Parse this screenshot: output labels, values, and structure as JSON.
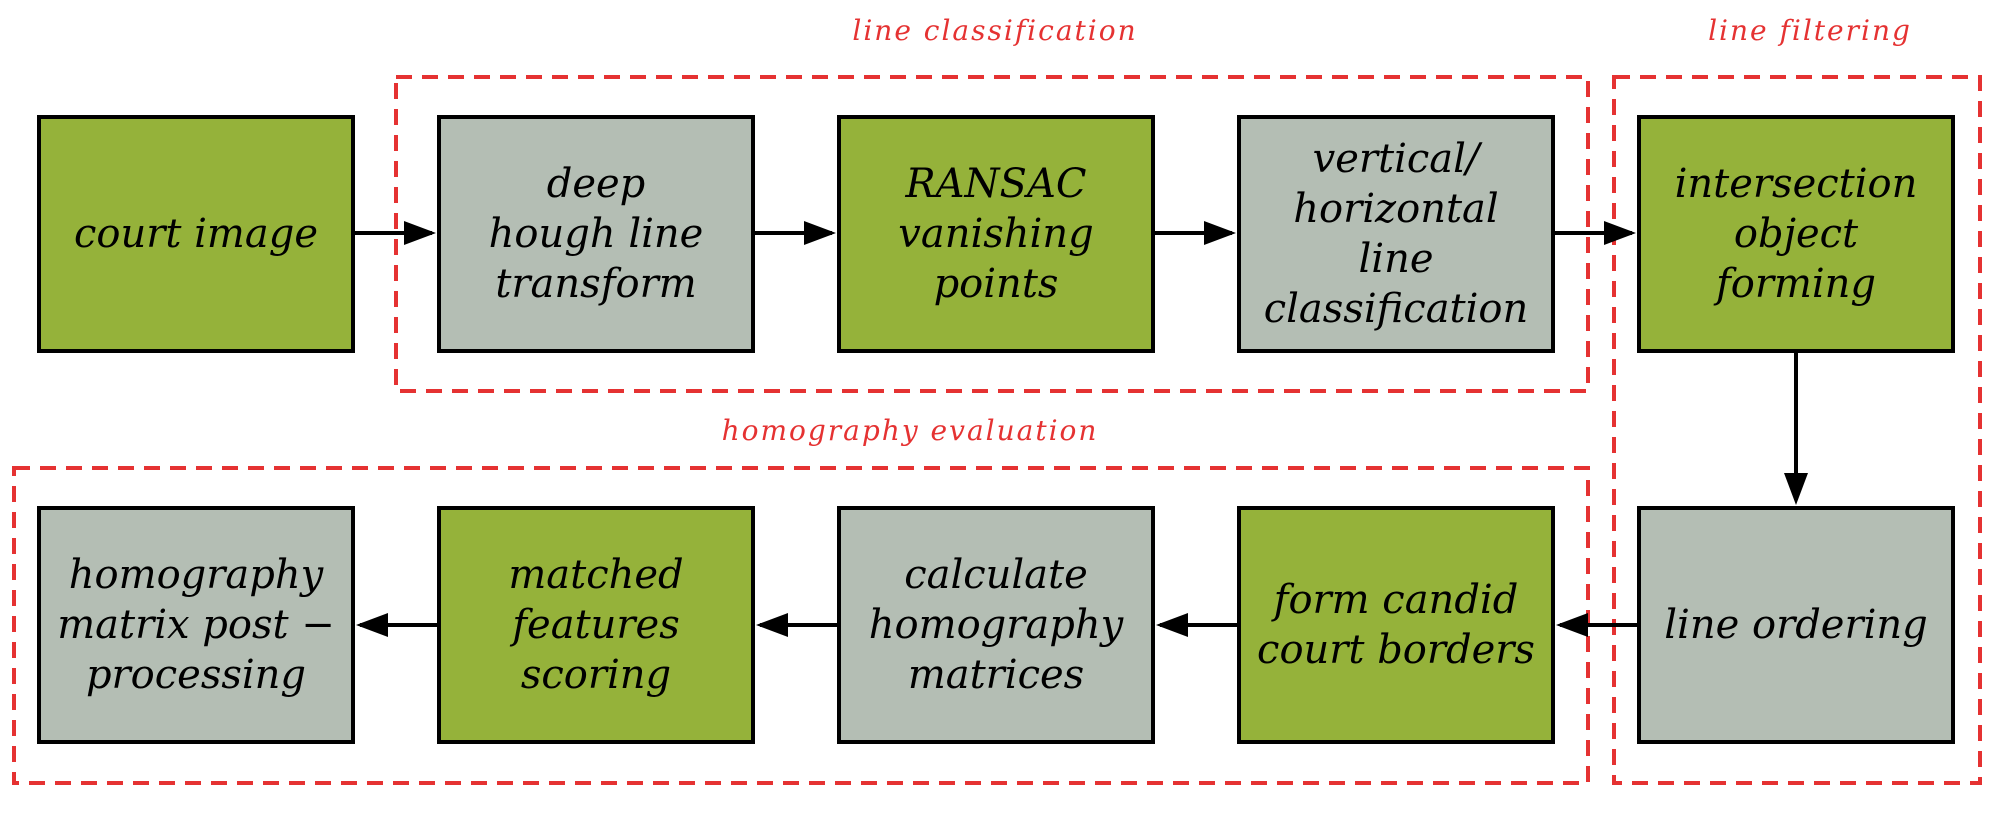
{
  "colors": {
    "green": "#95b23a",
    "gray": "#b4beb4",
    "group_border": "#e53232",
    "arrow": "#000000"
  },
  "groups": {
    "classification": "line classification",
    "filtering": "line filtering",
    "evaluation": "homography evaluation"
  },
  "boxes": {
    "court_image": [
      "court image"
    ],
    "deep_hough": [
      "deep",
      "hough line",
      "transform"
    ],
    "ransac": [
      "RANSAC",
      "vanishing",
      "points"
    ],
    "vh_classification": [
      "vertical/",
      "horizontal",
      "line",
      "classification"
    ],
    "intersection": [
      "intersection",
      "object",
      "forming"
    ],
    "line_ordering": [
      "line ordering"
    ],
    "candid_borders": [
      "form candid",
      "court borders"
    ],
    "calc_homography": [
      "calculate",
      "homography",
      "matrices"
    ],
    "matched_scoring": [
      "matched",
      "features",
      "scoring"
    ],
    "post_processing": [
      "homography",
      "matrix post −",
      "processing"
    ]
  }
}
